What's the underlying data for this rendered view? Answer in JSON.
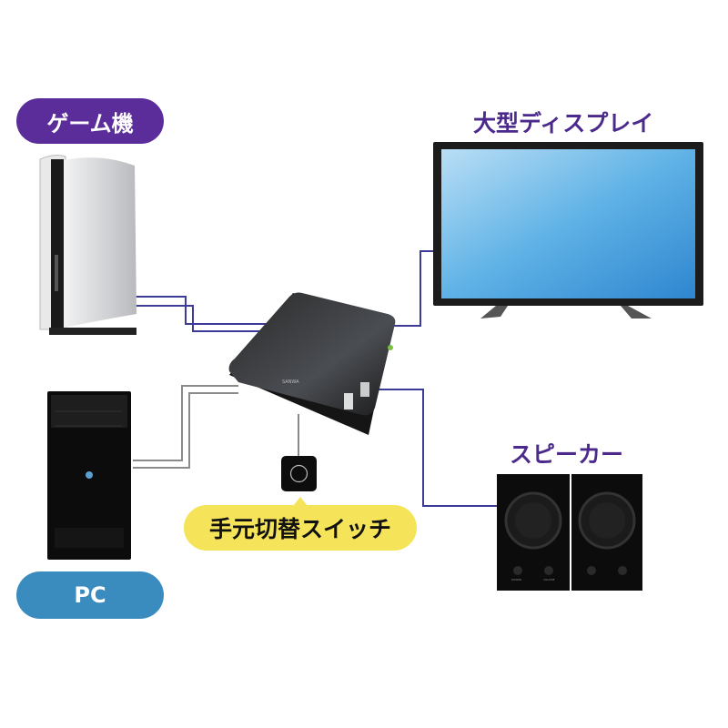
{
  "labels": {
    "game": "ゲーム機",
    "display": "大型ディスプレイ",
    "speaker": "スピーカー",
    "switch": "手元切替スイッチ",
    "pc": "PC"
  },
  "device_text": {
    "hub_logo": "SANWA",
    "speaker_power": "POWER",
    "speaker_volume": "VOLUME"
  },
  "colors": {
    "game_pill": "#5b2d9a",
    "pc_pill": "#3b8cbe",
    "switch_pill": "#f5e45a",
    "heading_text": "#4b2a8c",
    "hdmi_cable": "#3c3c98",
    "pc_cable": "#8a8a8a"
  }
}
